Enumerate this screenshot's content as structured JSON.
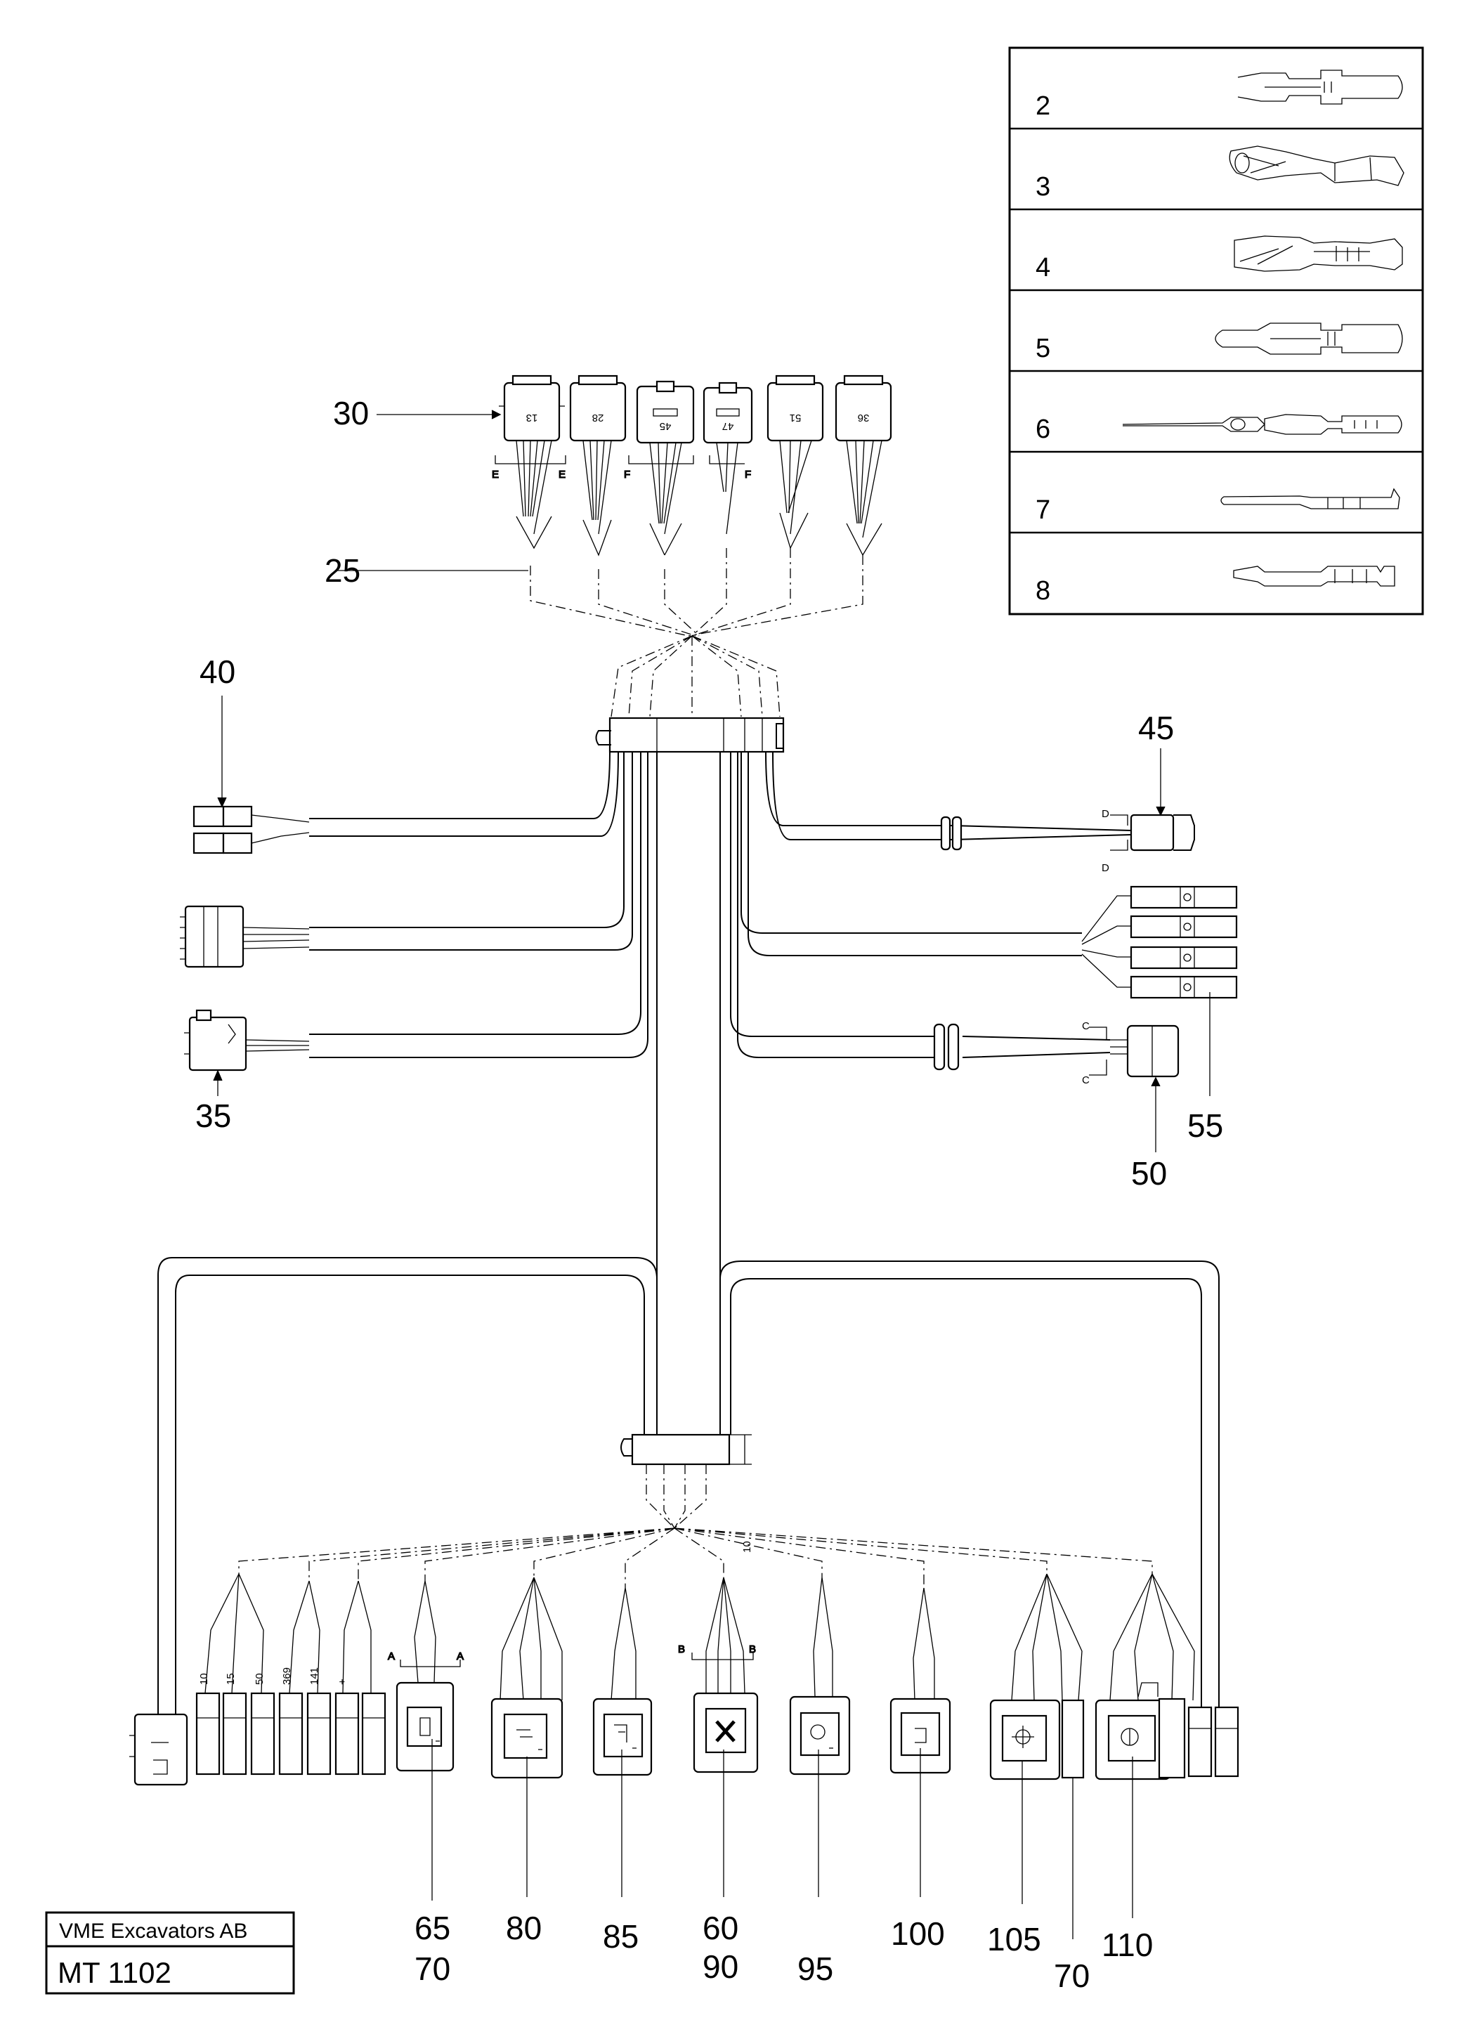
{
  "callouts": {
    "c30": "30",
    "c25": "25",
    "c40": "40",
    "c35": "35",
    "c45": "45",
    "c55": "55",
    "c50": "50",
    "c65": "65",
    "c70a": "70",
    "c80": "80",
    "c85": "85",
    "c60": "60",
    "c90": "90",
    "c95": "95",
    "c100": "100",
    "c105": "105",
    "c70b": "70",
    "c110": "110"
  },
  "top_connectors": [
    "13",
    "28",
    "45",
    "47",
    "51",
    "36"
  ],
  "section_marks": {
    "E": "E",
    "F": "F",
    "D": "D",
    "C": "C",
    "A": "A",
    "B": "B",
    "ten": "10"
  },
  "terminal_labels": [
    "10",
    "15",
    "50",
    "369",
    "141",
    "+"
  ],
  "legend": {
    "rows": [
      {
        "num": "2",
        "icon": "terminal-2-icon"
      },
      {
        "num": "3",
        "icon": "terminal-3-icon"
      },
      {
        "num": "4",
        "icon": "terminal-4-icon"
      },
      {
        "num": "5",
        "icon": "terminal-5-icon"
      },
      {
        "num": "6",
        "icon": "terminal-6-icon"
      },
      {
        "num": "7",
        "icon": "terminal-7-icon"
      },
      {
        "num": "8",
        "icon": "terminal-8-icon"
      }
    ]
  },
  "title_block": {
    "company": "VME Excavators AB",
    "code": "MT 1102"
  }
}
